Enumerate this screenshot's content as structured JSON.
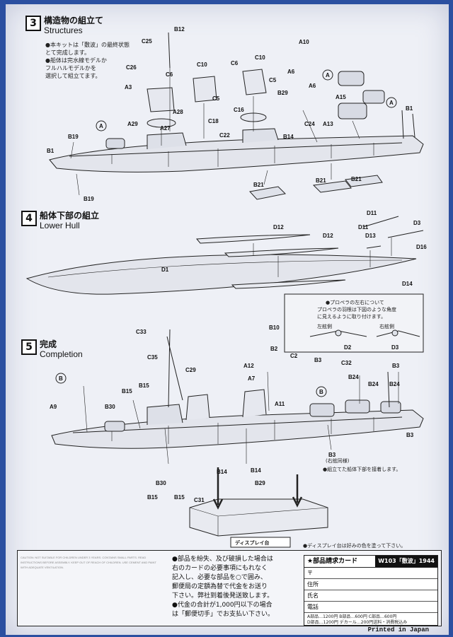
{
  "steps": [
    {
      "number": "3",
      "title_jp": "構造物の組立て",
      "title_en": "Structures"
    },
    {
      "number": "4",
      "title_jp": "船体下部の組立",
      "title_en": "Lower Hull"
    },
    {
      "number": "5",
      "title_jp": "完成",
      "title_en": "Completion"
    }
  ],
  "notes": {
    "step3_line1": "●本キットは「敷波」の最終状態",
    "step3_line2": "とて完成します。",
    "step3_line3": "●船体は完水線モデルか",
    "step3_line4": "フルハルモデルかを",
    "step3_line5": "選択して組立てます。",
    "propeller_1": "●プロペラの左右について",
    "propeller_2": "プロペラの羽根は下図のような角度",
    "propeller_3": "に見えるように取り付けます。",
    "port_side": "左舷側",
    "starboard_side": "右舷側",
    "attach_lower_hull": "●組立てた船体下部を接着します。",
    "display_color": "●ディスプレイ台は好みの色を塗って下さい。",
    "starboard_same": "(右舷同様)"
  },
  "display_stand_label": "ディスプレイ台",
  "part_labels": {
    "s3": [
      "B12",
      "C25",
      "C26",
      "A3",
      "C6",
      "A28",
      "A29",
      "A27",
      "C10",
      "C5",
      "C18",
      "C6",
      "C10",
      "C5",
      "C16",
      "C22",
      "B29",
      "A10",
      "A6",
      "A6",
      "A15",
      "B1",
      "A13",
      "C24",
      "B14",
      "B19",
      "B1",
      "B19",
      "B21",
      "B21",
      "B21",
      "A"
    ],
    "s4": [
      "D11",
      "D3",
      "D12",
      "D12",
      "D13",
      "D11",
      "D16",
      "D1",
      "D14",
      "D2",
      "D3"
    ],
    "s5": [
      "C33",
      "B10",
      "B2",
      "C2",
      "B3",
      "C32",
      "B3",
      "C35",
      "C29",
      "A12",
      "A7",
      "B24",
      "B24",
      "B24",
      "A9",
      "B30",
      "B15",
      "B15",
      "A11",
      "B3",
      "B3",
      "B14",
      "B14",
      "B29",
      "B30",
      "B15",
      "B15",
      "C31",
      "B",
      "B"
    ]
  },
  "order": {
    "line1": "●部品を紛失、及び破損した場合は",
    "line2": "右のカードの必要事項にもれなく",
    "line3": "記入し、必要な部品を○で囲み、",
    "line4": "郵便局の定額為替で代金をお送り",
    "line5": "下さい。弊社到着後発送致します。",
    "line6": "●代金の合計が1,000円以下の場合",
    "line7": "は「郵便切手」でお支払い下さい。"
  },
  "card": {
    "title": "★部品請求カード",
    "code": "W103「敷波」1944",
    "postal": "〒",
    "address": "住所",
    "name": "氏名",
    "phone": "電話",
    "prices1": "A部品…1200円  B部品…600円  C部品…600円",
    "prices2": "D部品…1200円  デカール…200円送料・消費税込み"
  },
  "legal_text": "CAUTION: NOT SUITABLE FOR CHILDREN UNDER 3 YEARS. CONTAINS SMALL PARTS. READ INSTRUCTIONS BEFORE ASSEMBLY. KEEP OUT OF REACH OF CHILDREN. USE CEMENT AND PAINT WITH ADEQUATE VENTILATION.",
  "printed_in": "Printed in Japan"
}
